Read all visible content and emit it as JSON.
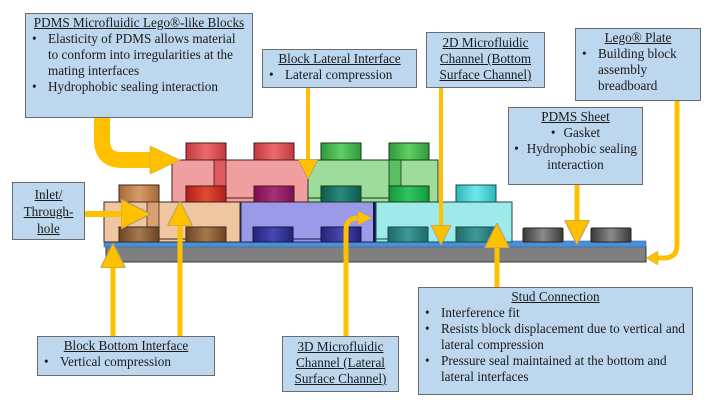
{
  "colors": {
    "callout_fill": "#bdd7ee",
    "arrow": "#ffc000",
    "base_plate": "#7f7f7f",
    "pdms_sheet": "#4a90d9",
    "block_red": "#f09ea0",
    "block_green": "#9ddc9a",
    "block_orange": "#eec6a0",
    "block_purple": "#9a9ae8",
    "block_cyan": "#9eeaea",
    "stud_dark": "#4d4d4d"
  },
  "callouts": {
    "pdms_blocks": {
      "title": "PDMS Microfluidic Lego®-like Blocks",
      "bullets": [
        "Elasticity of PDMS allows material to conform into irregularities at the mating interfaces",
        "Hydrophobic sealing interaction"
      ]
    },
    "block_lateral": {
      "title": "Block Lateral Interface",
      "bullets": [
        "Lateral compression"
      ]
    },
    "channel_2d": {
      "title": "2D Microfluidic Channel (Bottom Surface Channel)"
    },
    "lego_plate": {
      "title": "Lego® Plate",
      "bullets": [
        "Building block assembly breadboard"
      ]
    },
    "pdms_sheet": {
      "title": "PDMS Sheet",
      "bullets": [
        "Gasket",
        "Hydrophobic sealing interaction"
      ]
    },
    "inlet": {
      "title": "Inlet/ Through-hole"
    },
    "block_bottom": {
      "title": "Block Bottom Interface",
      "bullets": [
        "Vertical compression"
      ]
    },
    "channel_3d": {
      "title": "3D Microfluidic Channel (Lateral Surface Channel)"
    },
    "stud_connection": {
      "title": "Stud Connection",
      "bullets": [
        "Interference fit",
        "Resists block displacement due to vertical and lateral compression",
        "Pressure seal maintained at the bottom and lateral interfaces"
      ]
    }
  }
}
